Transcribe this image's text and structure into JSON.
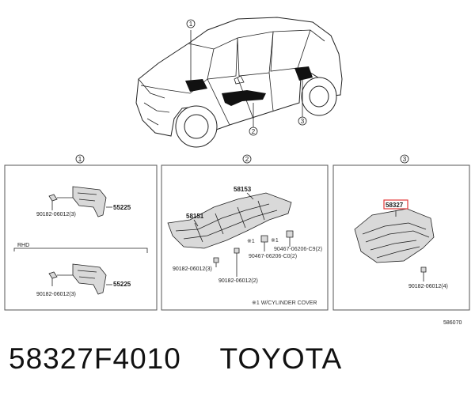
{
  "callouts": {
    "c1": "1",
    "c2": "2",
    "c3": "3"
  },
  "panel1": {
    "bolt_top": "90182-06012(3)",
    "part_top": "55225",
    "rhd_label": "RHD",
    "bolt_bottom": "90182-06012(3)",
    "part_bottom": "55225"
  },
  "panel2": {
    "part_top": "58153",
    "part_left": "58151",
    "code1": "90467-06206-C9(2)",
    "code2": "90467-06206-C0(2)",
    "note_mark": "※1",
    "bolt1": "90182-06012(3)",
    "bolt2": "90182-06012(2)",
    "footnote": "※1 W/CYLINDER COVER"
  },
  "panel3": {
    "part_highlight": "58327",
    "bolt": "90182-06012(4)"
  },
  "diagram_code": "586070",
  "footer": {
    "part_number": "58327F4010",
    "brand": "TOYOTA"
  }
}
